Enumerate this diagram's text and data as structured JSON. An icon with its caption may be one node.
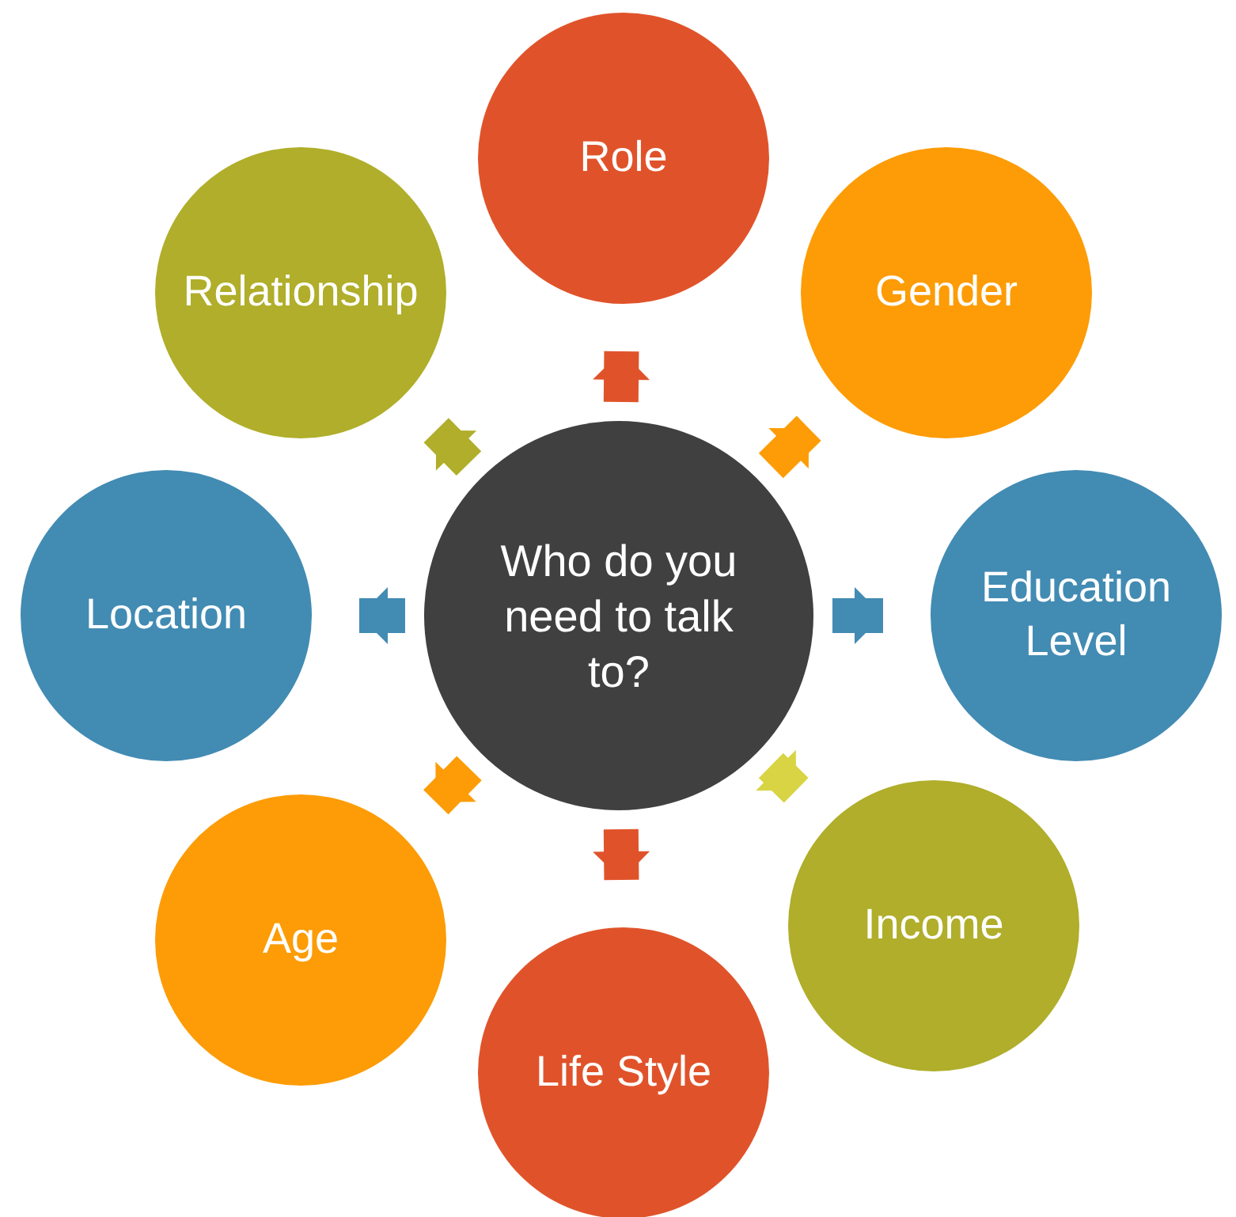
{
  "diagram": {
    "nodes": [
      {
        "text": [
          "Who do you need to talk to?"
        ]
      },
      {
        "text": [
          "Role"
        ]
      },
      {
        "text": [
          "Gender"
        ]
      },
      {
        "text": [
          "Education Level"
        ]
      },
      {
        "text": [
          "Income"
        ]
      },
      {
        "text": [
          "Life Style"
        ]
      },
      {
        "text": [
          "Age"
        ]
      },
      {
        "text": [
          "Location"
        ]
      },
      {
        "text": [
          "Relationship"
        ]
      }
    ],
    "edges": [
      {
        "from": 0,
        "to": 1,
        "arrow": "to",
        "color": "#e0532a"
      },
      {
        "from": 0,
        "to": 2,
        "arrow": "to",
        "color": "#fd9c06"
      },
      {
        "from": 0,
        "to": 3,
        "arrow": "to",
        "color": "#428bb3"
      },
      {
        "from": 0,
        "to": 4,
        "arrow": "to",
        "color": "#d8d444"
      },
      {
        "from": 0,
        "to": 5,
        "arrow": "to",
        "color": "#e0532a"
      },
      {
        "from": 0,
        "to": 6,
        "arrow": "to",
        "color": "#fd9c06"
      },
      {
        "from": 0,
        "to": 7,
        "arrow": "to",
        "color": "#428bb3"
      },
      {
        "from": 0,
        "to": 8,
        "arrow": "to",
        "color": "#b0ae2a"
      }
    ]
  }
}
